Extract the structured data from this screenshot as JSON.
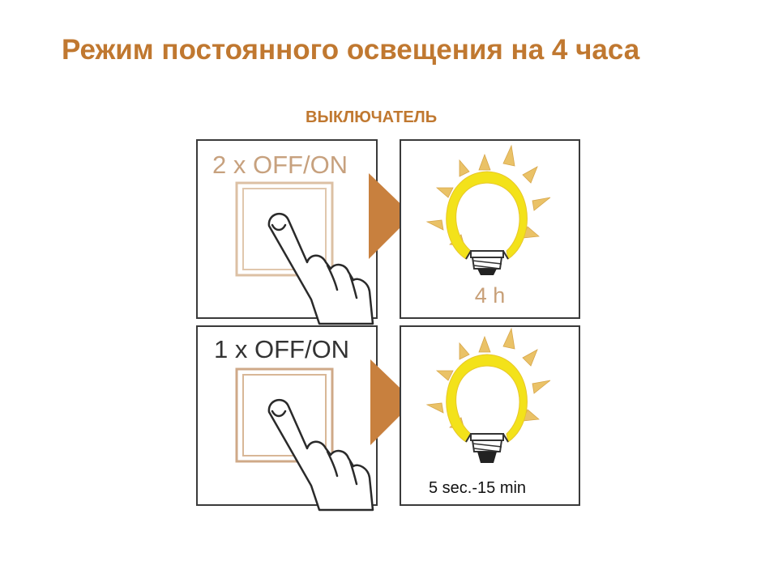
{
  "title": "Режим постоянного освещения на 4 часа",
  "subtitle": "ВЫКЛЮЧАТЕЛЬ",
  "rows": [
    {
      "action": "2 x OFF/ON",
      "duration": "4 h"
    },
    {
      "action": "1 x OFF/ON",
      "duration": "5 sec.-15 min"
    }
  ],
  "colors": {
    "accent": "#c07830",
    "arrow": "#c8803e",
    "bulb_yellow": "#f3e21a",
    "ray": "#e9c268",
    "frame_light": "#d9b89a",
    "frame_dark": "#c9a07a"
  },
  "icons": [
    "switch-icon",
    "hand-icon",
    "arrow-right-icon",
    "light-bulb-icon",
    "light-ray-icon"
  ]
}
